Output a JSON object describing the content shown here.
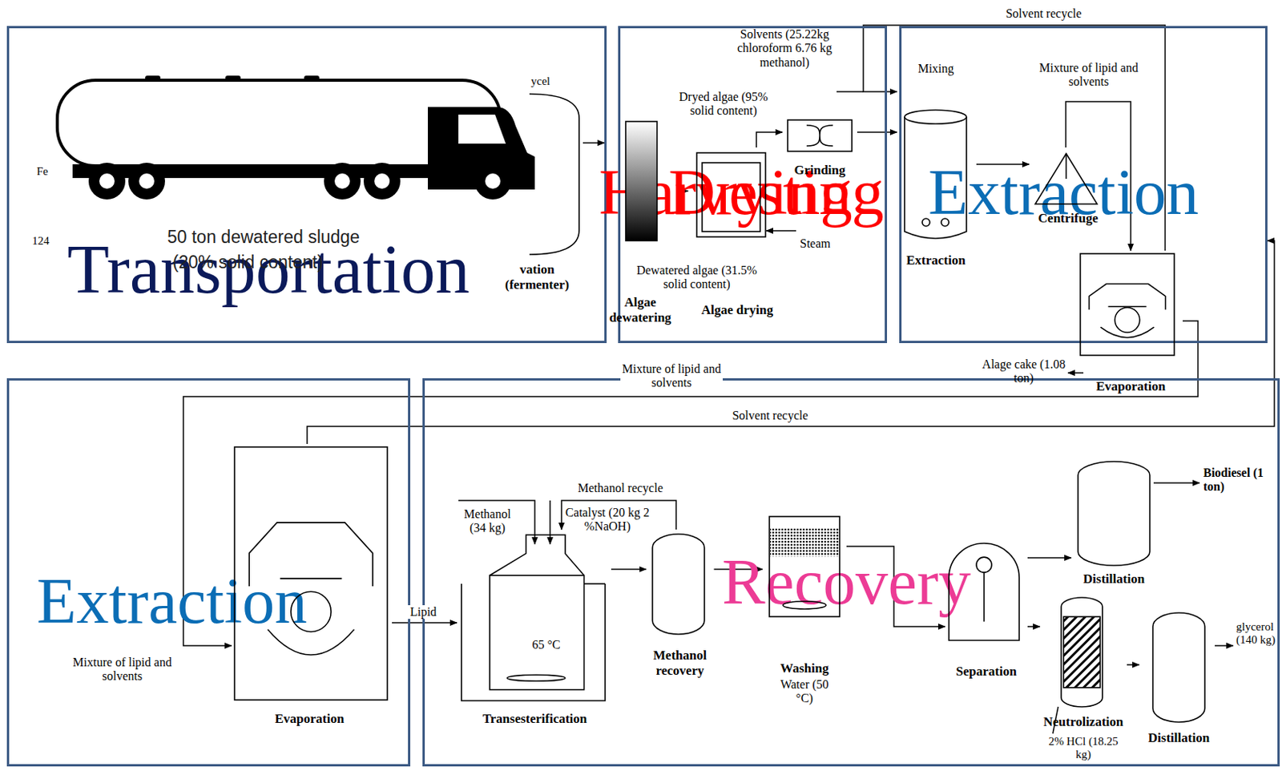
{
  "diagram": {
    "nodes": [
      {
        "text": [
          "Transportation"
        ]
      },
      {
        "text": [
          "Harvesting",
          "Drying"
        ]
      },
      {
        "text": [
          "Extraction"
        ]
      },
      {
        "text": [
          "Extraction"
        ]
      },
      {
        "text": [
          "Recovery"
        ]
      },
      {
        "text": [
          "vation (fermenter)"
        ],
        "in": 0
      },
      {
        "text": [
          "Algae dewatering"
        ],
        "in": 1
      },
      {
        "text": [
          "Algae drying"
        ],
        "in": 1
      },
      {
        "text": [
          "Grinding"
        ],
        "in": 1
      },
      {
        "text": [
          "Mixing",
          "Extraction"
        ],
        "in": 2
      },
      {
        "text": [
          "Centrifuge"
        ],
        "in": 2
      },
      {
        "text": [
          "Evaporation"
        ],
        "in": 2
      },
      {
        "text": [
          "Evaporation"
        ],
        "in": 3
      },
      {
        "text": [
          "65 °C",
          "Transesterification"
        ],
        "in": 4
      },
      {
        "text": [
          "Methanol recovery"
        ],
        "in": 4
      },
      {
        "text": [
          "Washing",
          "Water (50 °C)"
        ],
        "in": 4
      },
      {
        "text": [
          "Separation"
        ],
        "in": 4
      },
      {
        "text": [
          "Distillation"
        ],
        "in": 4
      },
      {
        "text": [
          "Neutrolization"
        ],
        "in": 4
      },
      {
        "text": [
          "Distillation"
        ],
        "in": 4
      }
    ],
    "edges": [
      {
        "from": 5,
        "to": 6,
        "arrow": "to"
      },
      {
        "from": 6,
        "to": 7,
        "arrow": "to"
      },
      {
        "from": 7,
        "to": 8,
        "arrow": "to"
      },
      {
        "from": 8,
        "to": 9,
        "arrow": "to"
      },
      {
        "from": 9,
        "to": 10,
        "arrow": "to"
      },
      {
        "from": 10,
        "to": 11,
        "label": "Mixture of lipid and solvents",
        "arrow": "to"
      },
      {
        "from": 11,
        "to": 9,
        "label": "Solvent recycle",
        "arrow": "to"
      },
      {
        "from": 11,
        "to": 12,
        "label": "Mixture of lipid and solvents",
        "arrow": "to"
      },
      {
        "from": 12,
        "to": 2,
        "label": "Solvent recycle",
        "arrow": "to"
      },
      {
        "from": 12,
        "to": 13,
        "label": "Lipid",
        "arrow": "to"
      },
      {
        "from": 13,
        "to": 14,
        "arrow": "to"
      },
      {
        "from": 14,
        "to": 13,
        "label": "Methanol recycle",
        "arrow": "to"
      },
      {
        "from": 14,
        "to": 15,
        "arrow": "to"
      },
      {
        "from": 15,
        "to": 16,
        "arrow": "to"
      },
      {
        "from": 16,
        "to": 17,
        "arrow": "to"
      },
      {
        "from": 16,
        "to": 18,
        "arrow": "to"
      },
      {
        "from": 18,
        "to": 19,
        "arrow": "to"
      }
    ],
    "labels": [
      "Fe",
      "124",
      "ycel",
      "50 ton dewatered sludge",
      "(20% solid content)",
      "Solvents (25.22kg chloroform 6.76 kg methanol)",
      "Dryed algae (95% solid content)",
      "Steam",
      "Dewatered algae (31.5% solid content)",
      "Alage cake (1.08 ton)",
      "Mixture of lipid and solvents",
      "Methanol (34 kg)",
      "Catalyst (20 kg 2 %NaOH)",
      "Biodiesel (1 ton)",
      "2% HCl (18.25 kg)",
      "glycerol (140 kg)"
    ]
  }
}
